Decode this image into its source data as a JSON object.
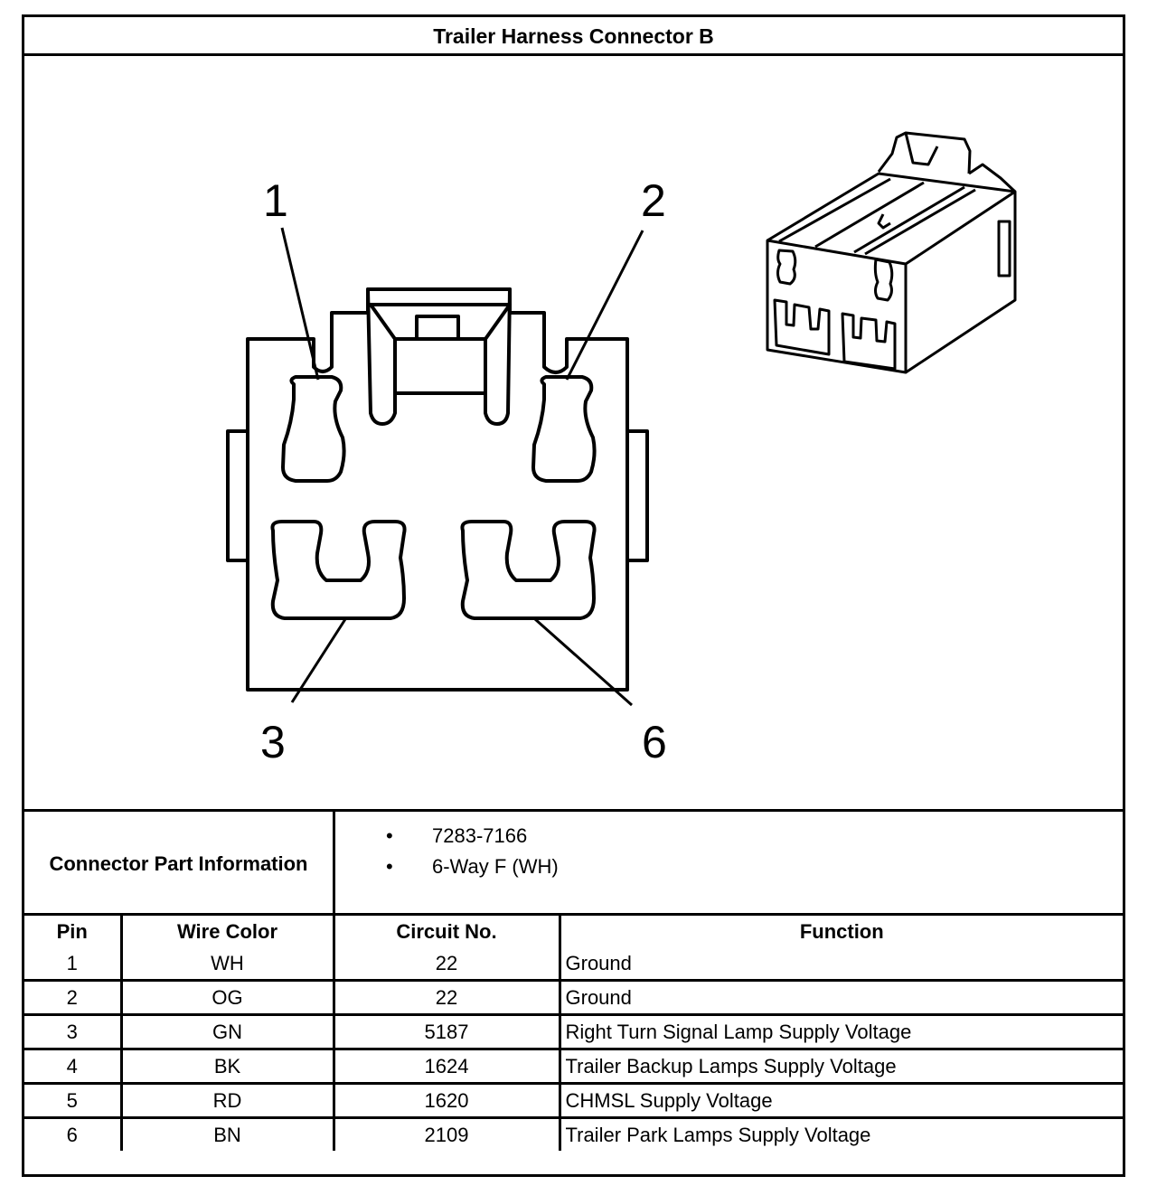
{
  "title": "Trailer Harness Connector B",
  "diagram": {
    "pin_callouts": [
      "1",
      "2",
      "3",
      "6"
    ]
  },
  "connector_info": {
    "label": "Connector Part Information",
    "items": [
      "7283-7166",
      "6-Way F (WH)"
    ]
  },
  "table": {
    "headers": [
      "Pin",
      "Wire Color",
      "Circuit No.",
      "Function"
    ],
    "rows": [
      [
        "1",
        "WH",
        "22",
        "Ground"
      ],
      [
        "2",
        "OG",
        "22",
        "Ground"
      ],
      [
        "3",
        "GN",
        "5187",
        "Right Turn Signal Lamp Supply Voltage"
      ],
      [
        "4",
        "BK",
        "1624",
        "Trailer Backup Lamps Supply Voltage"
      ],
      [
        "5",
        "RD",
        "1620",
        "CHMSL Supply Voltage"
      ],
      [
        "6",
        "BN",
        "2109",
        "Trailer Park Lamps Supply Voltage"
      ]
    ]
  }
}
